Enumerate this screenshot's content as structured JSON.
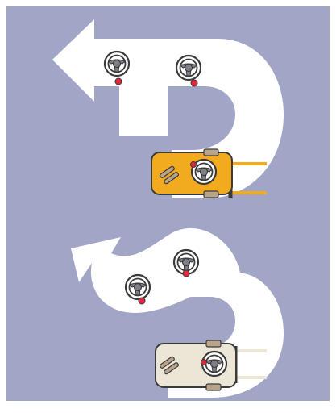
{
  "figure": {
    "description": "",
    "colors": {
      "background": "#a2a6c6",
      "arrow_fill": "#ffffff",
      "wheel": "#7e8088",
      "marker": "#e8263b",
      "forklift_yellow": "#f2ab1f",
      "forklift_beige": "#ece6d7",
      "outline": "#3a3a3a"
    },
    "diagrams": [
      {
        "id": "top",
        "arrow": "u-turn-left",
        "forklift_color": "yellow",
        "steering_wheels": 3
      },
      {
        "id": "bottom",
        "arrow": "s-curve-up-left",
        "forklift_color": "beige",
        "steering_wheels": 3
      }
    ]
  }
}
